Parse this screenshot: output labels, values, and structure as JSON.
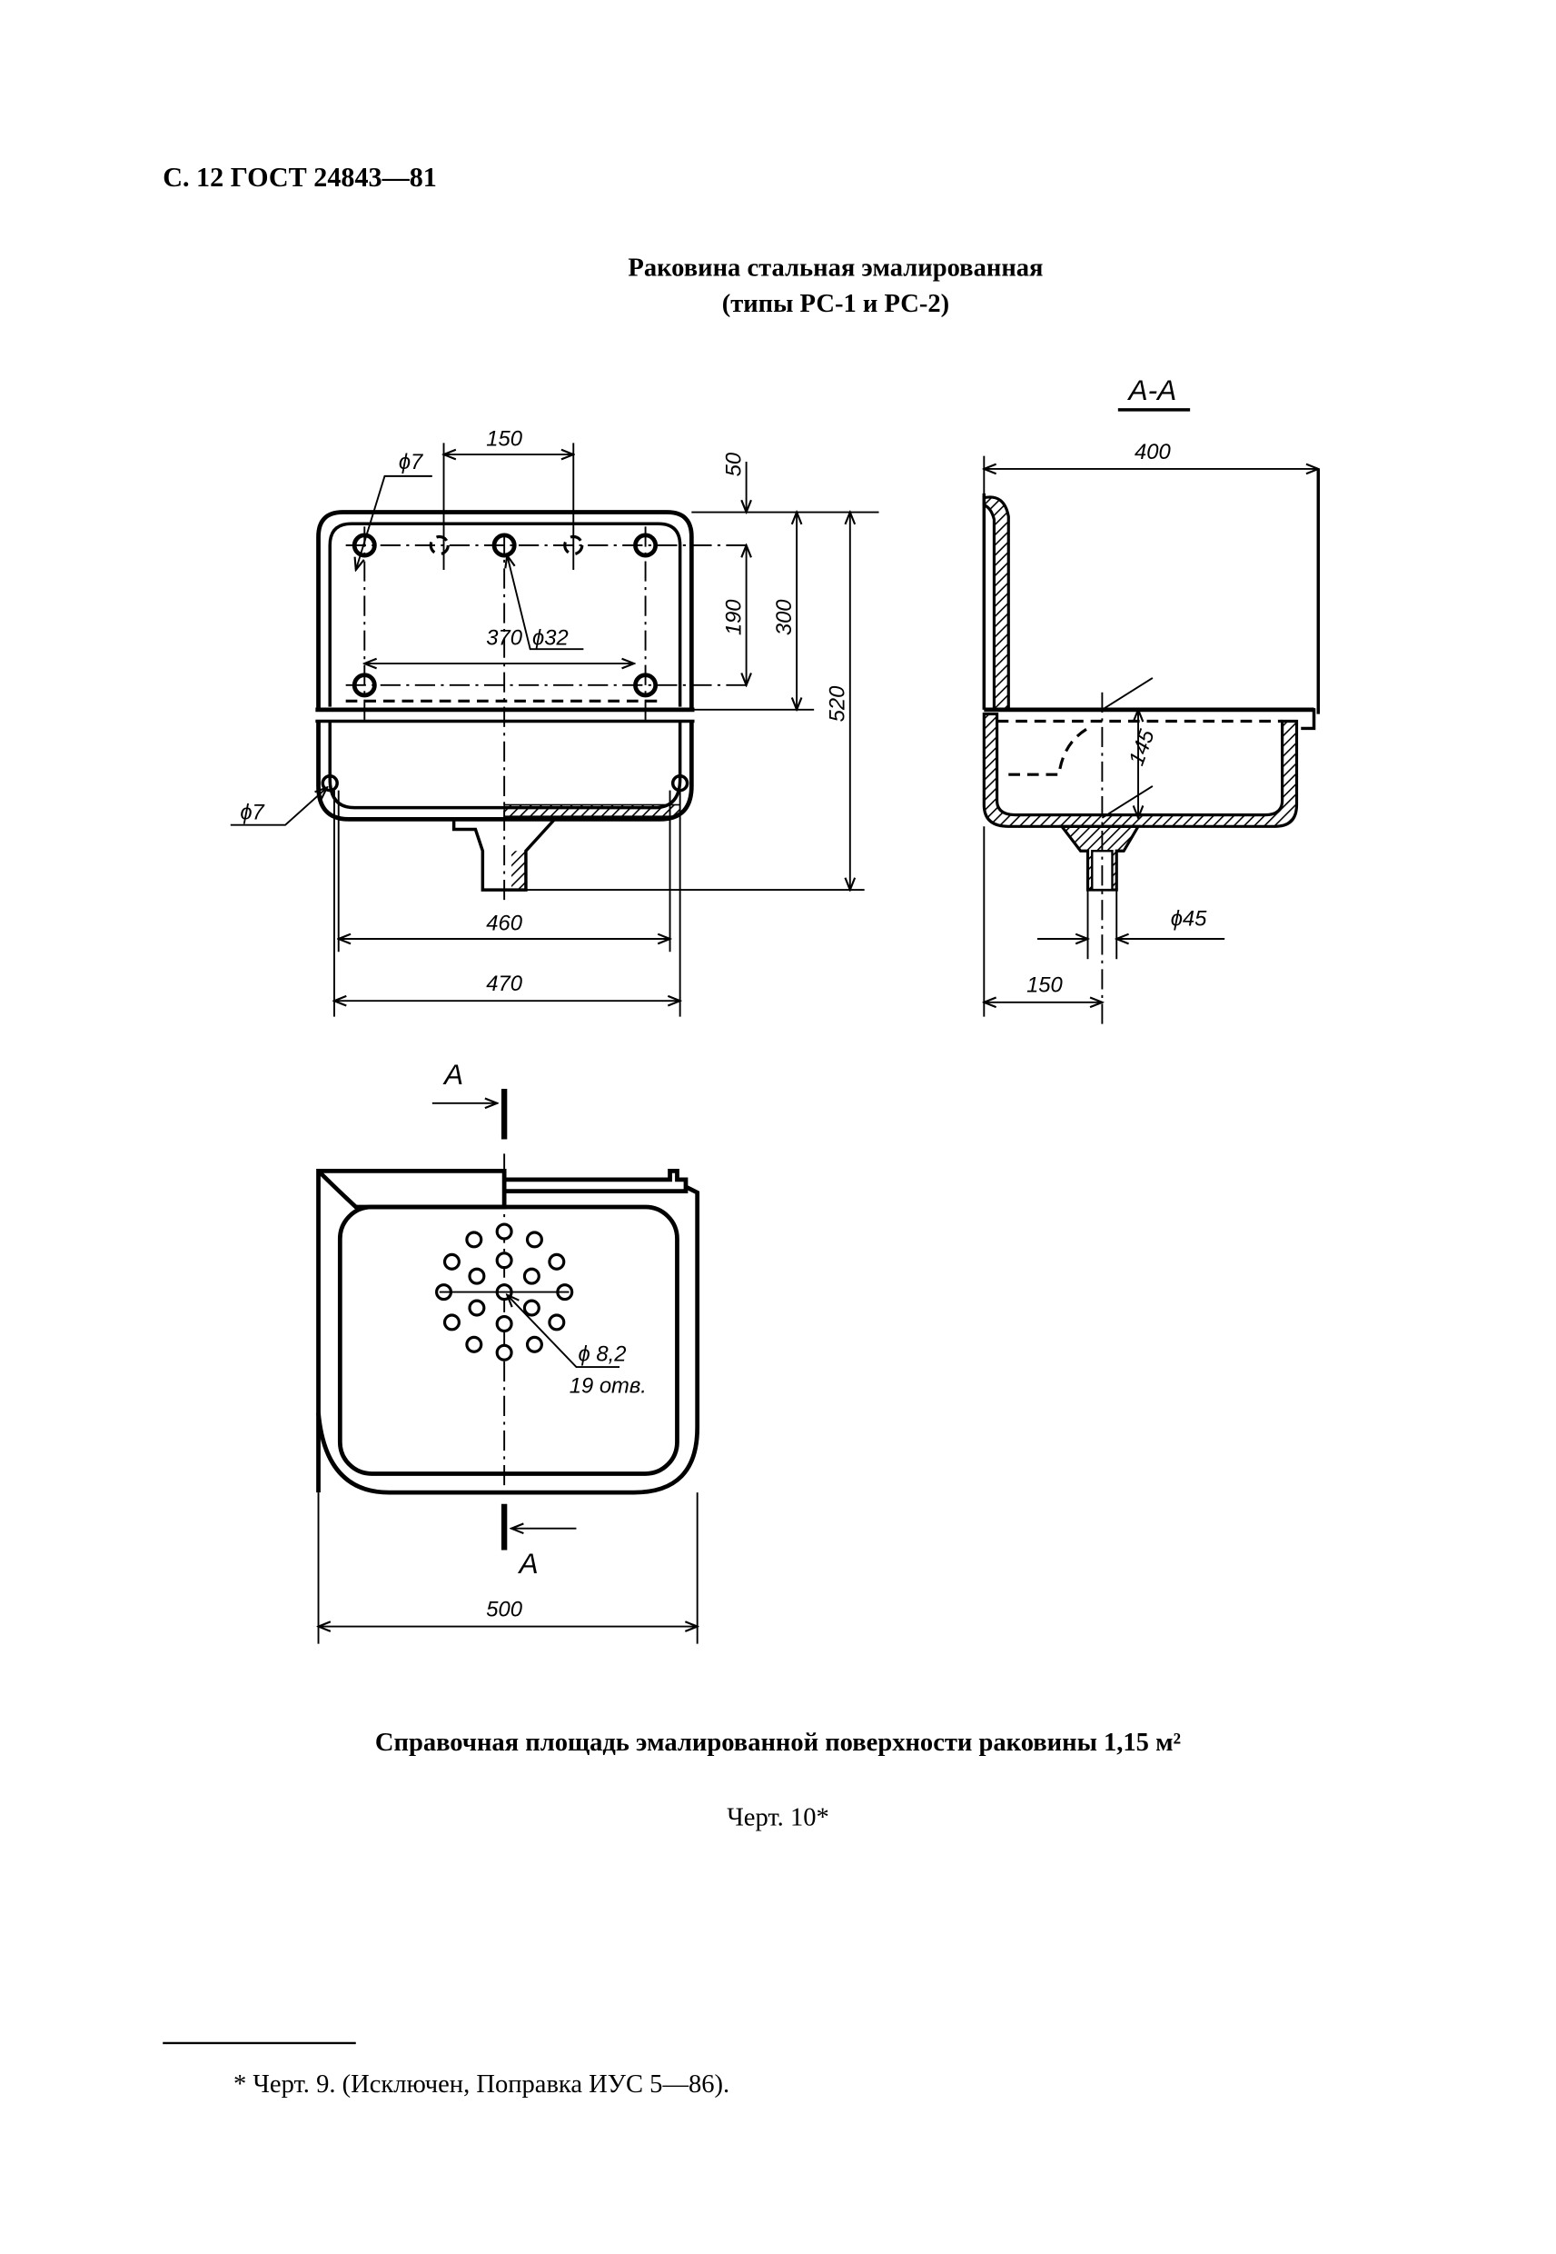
{
  "header": {
    "page_ref": "С. 12 ГОСТ 24843—81"
  },
  "title": {
    "line1": "Раковина стальная эмалированная",
    "line2": "(типы РС-1 и РС-2)"
  },
  "front_view": {
    "dims": {
      "hole_spacing": "150",
      "small_hole": "ϕ7",
      "large_hole": "ϕ32",
      "bottom_holes": "370",
      "top_offset": "50",
      "vertical_holes": "190",
      "panel_height": "300",
      "overall_height": "520",
      "inner_width": "460",
      "outer_width": "470",
      "side_hole": "ϕ7"
    }
  },
  "section_view": {
    "label": "А-А",
    "dims": {
      "depth": "400",
      "bowl_depth": "145",
      "drain_diameter": "ϕ45",
      "drain_offset": "150"
    }
  },
  "plan_view": {
    "section_mark_top": "А",
    "section_mark_bottom": "А",
    "holes_diameter": "ϕ 8,2",
    "holes_count": "19 отв.",
    "width": "500"
  },
  "caption": {
    "area_text": "Справочная площадь эмалированной поверхности раковины 1,15 м²",
    "figure": "Черт. 10*"
  },
  "footnote": {
    "text": "* Черт. 9. (Исключен, Поправка ИУС 5—86)."
  }
}
